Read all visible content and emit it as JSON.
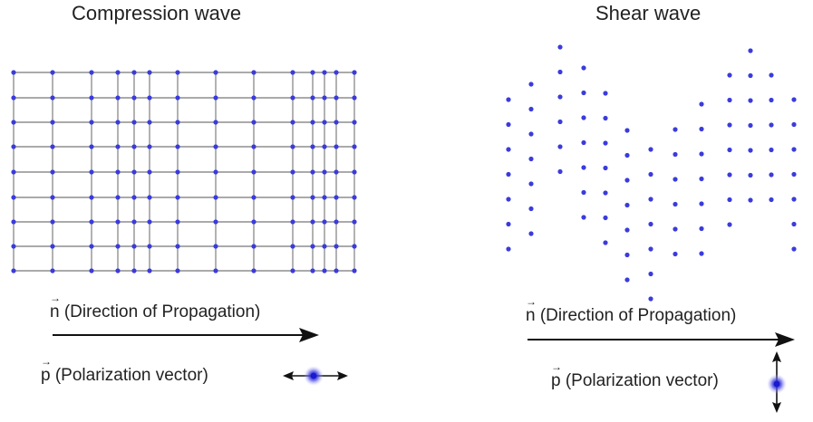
{
  "compression": {
    "title": "Compression wave",
    "n_symbol": "n",
    "n_text": " (Direction of Propagation)",
    "p_symbol": "p",
    "p_text": " (Polarization vector)"
  },
  "shear": {
    "title": "Shear wave",
    "n_symbol": "n",
    "n_text": " (Direction of Propagation)",
    "p_symbol": "p",
    "p_text": " (Polarization vector)"
  },
  "colors": {
    "point": "#3b3bdc",
    "grid_line": "#555555",
    "arrow": "#111111"
  }
}
